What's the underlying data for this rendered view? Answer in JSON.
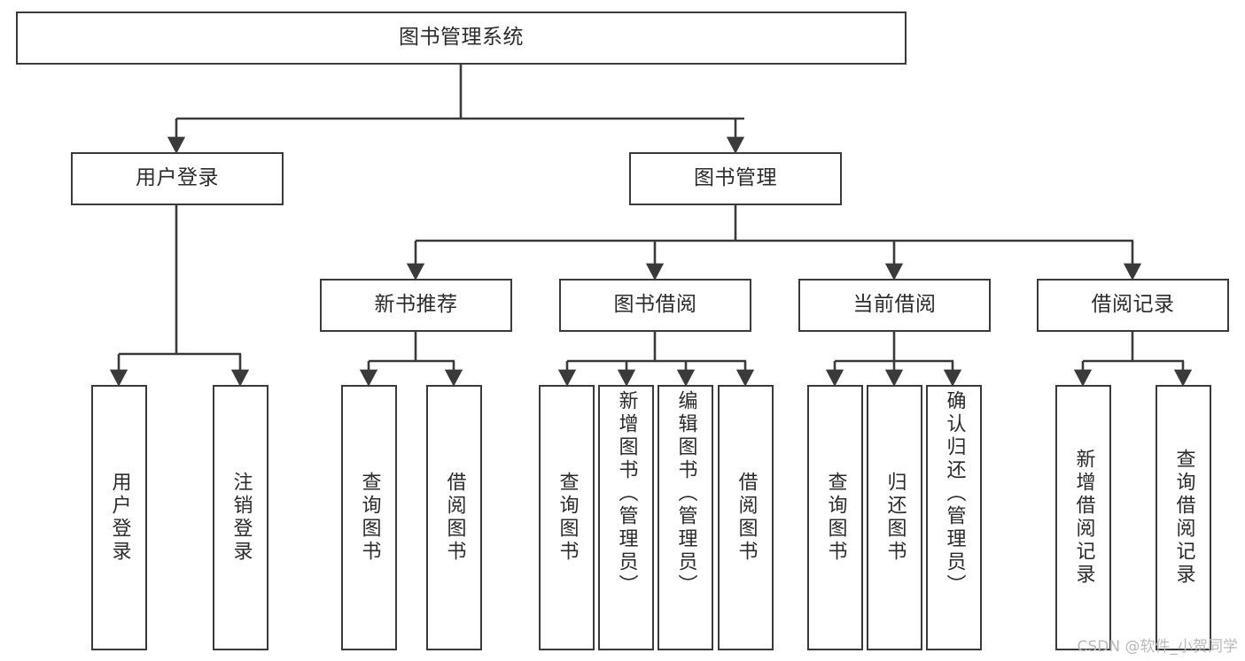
{
  "diagram": {
    "type": "tree-hierarchy-chart",
    "title": "图书管理系统",
    "stroke_color": "#3a3a3a",
    "background_color": "#ffffff",
    "text_color": "#2b2b2b",
    "watermark": "CSDN @软件_小贺同学",
    "levels": {
      "root": "图书管理系统",
      "level2": [
        "用户登录",
        "图书管理"
      ],
      "level3": [
        "新书推荐",
        "图书借阅",
        "当前借阅",
        "借阅记录"
      ],
      "leaves": [
        "用户登录",
        "注销登录",
        "查询图书",
        "借阅图书",
        "查询图书",
        "新增图书（管理员）",
        "编辑图书（管理员）",
        "借阅图书",
        "查询图书",
        "归还图书",
        "确认归还（管理员）",
        "新增借阅记录",
        "查询借阅记录"
      ]
    },
    "nodes": {
      "root": {
        "label": "图书管理系统"
      },
      "user_login": {
        "label": "用户登录"
      },
      "book_manage": {
        "label": "图书管理"
      },
      "new_book_rec": {
        "label": "新书推荐"
      },
      "book_borrow": {
        "label": "图书借阅"
      },
      "current_borrow": {
        "label": "当前借阅"
      },
      "borrow_record": {
        "label": "借阅记录"
      },
      "leaf_user_login": {
        "label": "用户登录"
      },
      "leaf_logout": {
        "label": "注销登录"
      },
      "leaf_query_book_1": {
        "label": "查询图书"
      },
      "leaf_borrow_book_1": {
        "label": "借阅图书"
      },
      "leaf_query_book_2": {
        "label": "查询图书"
      },
      "leaf_add_book_admin": {
        "label": "新增图书（管理员）"
      },
      "leaf_edit_book_admin": {
        "label": "编辑图书（管理员）"
      },
      "leaf_borrow_book_2": {
        "label": "借阅图书"
      },
      "leaf_query_book_3": {
        "label": "查询图书"
      },
      "leaf_return_book": {
        "label": "归还图书"
      },
      "leaf_confirm_return_admin": {
        "label": "确认归还（管理员）"
      },
      "leaf_add_borrow_record": {
        "label": "新增借阅记录"
      },
      "leaf_query_borrow_record": {
        "label": "查询借阅记录"
      }
    }
  }
}
